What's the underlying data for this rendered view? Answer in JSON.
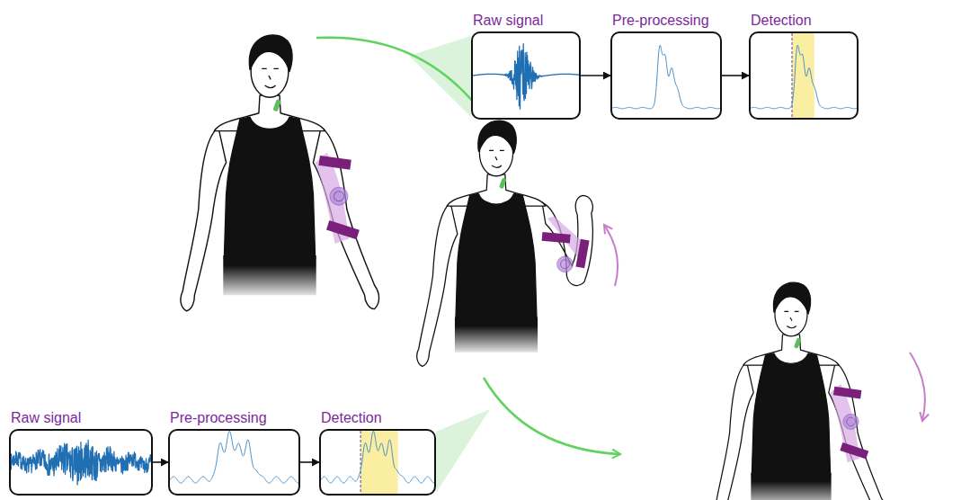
{
  "diagram": {
    "nodes": [
      {
        "text": [
          "Raw signal"
        ]
      },
      {
        "text": [
          "Pre-processing"
        ]
      },
      {
        "text": [
          "Detection"
        ]
      },
      {
        "text": [
          "Raw signal"
        ]
      },
      {
        "text": [
          "Pre-processing"
        ]
      },
      {
        "text": [
          "Detection"
        ]
      }
    ],
    "edges": [
      {
        "from": 0,
        "to": 1,
        "arrow": "to"
      },
      {
        "from": 1,
        "to": 2,
        "arrow": "to"
      },
      {
        "from": 3,
        "to": 4,
        "arrow": "to"
      },
      {
        "from": 4,
        "to": 5,
        "arrow": "to"
      }
    ]
  }
}
